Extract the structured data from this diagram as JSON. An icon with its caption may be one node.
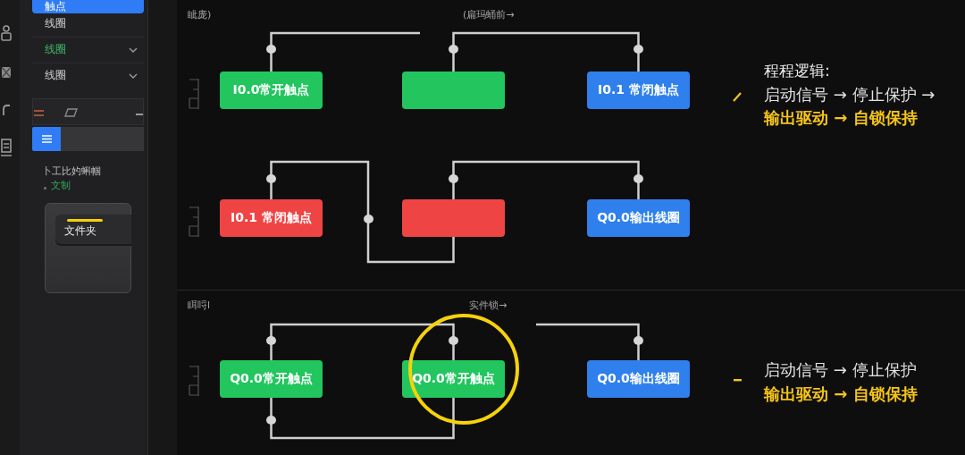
{
  "diagram": {
    "nodes": [
      {
        "text": [
          "触点"
        ]
      },
      {
        "text": [
          "文件夹"
        ]
      },
      {
        "text": [
          "I0.0常开触点"
        ]
      },
      {
        "text": [],
        "shape": "box"
      },
      {
        "text": [
          "I0.1 常闭触点"
        ]
      },
      {
        "text": [
          "I0.1 常闭触点"
        ]
      },
      {
        "text": [],
        "shape": "box"
      },
      {
        "text": [
          "Q0.0输出线圈"
        ]
      },
      {
        "text": [
          "Q0.0常开触点"
        ]
      },
      {
        "text": [
          "Q0.0常开触点"
        ]
      },
      {
        "text": [
          "Q0.0输出线圈"
        ]
      }
    ],
    "edges": [
      {
        "from": 2,
        "to": null,
        "arrow": "none"
      },
      {
        "from": 3,
        "to": 4,
        "arrow": "none"
      },
      {
        "from": 5,
        "to": 6,
        "arrow": "none"
      },
      {
        "from": 6,
        "to": 7,
        "arrow": "none"
      },
      {
        "from": 8,
        "to": 9,
        "arrow": "none"
      },
      {
        "from": 8,
        "to": 9,
        "arrow": "none"
      },
      {
        "from": 10,
        "to": null,
        "arrow": "none"
      }
    ],
    "labels": [
      "线圈",
      "线圈",
      "线圈",
      "卜工比妁蝌帼",
      "文制",
      "眦庞)",
      "(扁玛蛹前→",
      "程程逻辑:",
      "启动信号 → 停止保护 →",
      "输出驱动 → 自锁保持",
      "眲哷l",
      "实件锁→",
      "启动信号 → 停止保护",
      "输出驱动 → 自锁保持"
    ]
  }
}
